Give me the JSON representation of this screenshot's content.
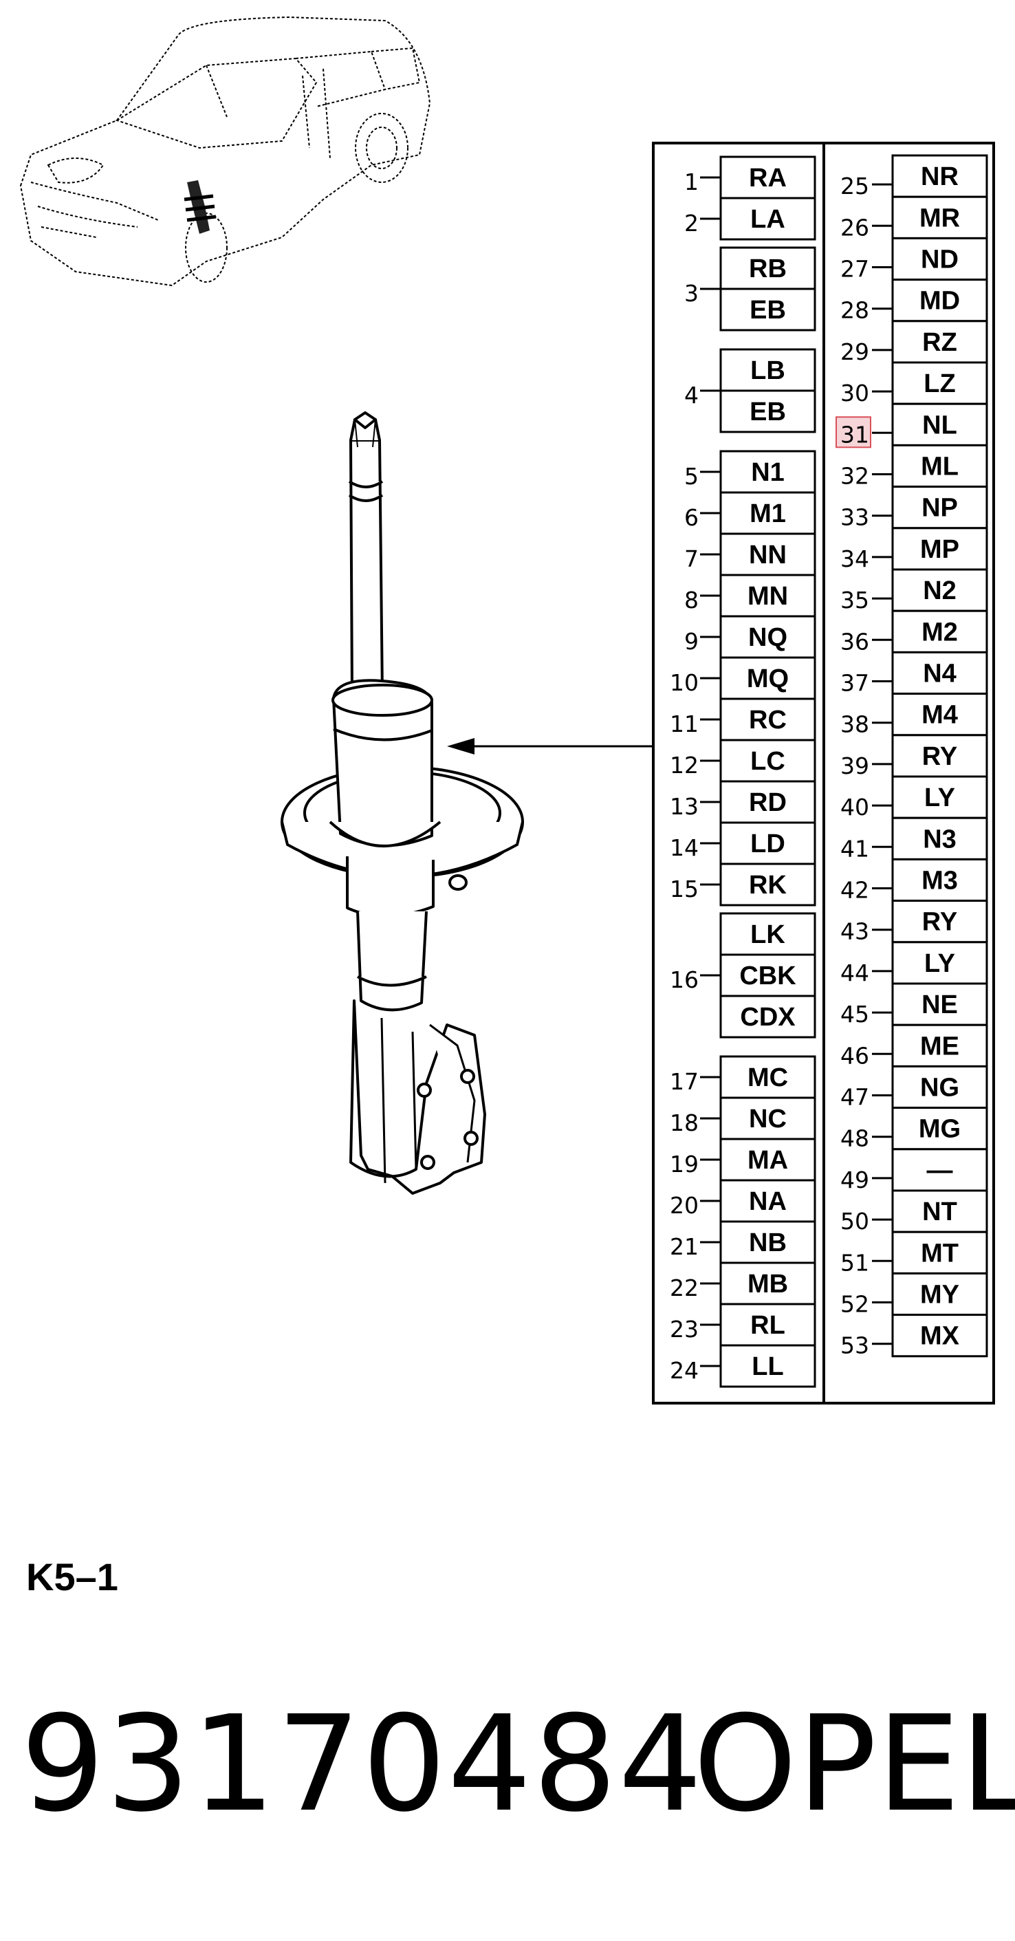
{
  "sheet_code": "K5–1",
  "part_number": "93170484",
  "brand": "OPEL",
  "highlighted_position": "31",
  "colors": {
    "line": "#000000",
    "highlight_fill": "#f6d5d8",
    "highlight_stroke": "#d9505a"
  },
  "left_column": [
    {
      "pos": "1",
      "codes": [
        "RA"
      ]
    },
    {
      "pos": "2",
      "codes": [
        "LA"
      ]
    },
    {
      "pos": "3",
      "codes": [
        "RB",
        "EB"
      ]
    },
    {
      "pos": "4",
      "codes": [
        "LB",
        "EB"
      ]
    },
    {
      "pos": "5",
      "codes": [
        "N1"
      ]
    },
    {
      "pos": "6",
      "codes": [
        "M1"
      ]
    },
    {
      "pos": "7",
      "codes": [
        "NN"
      ]
    },
    {
      "pos": "8",
      "codes": [
        "MN"
      ]
    },
    {
      "pos": "9",
      "codes": [
        "NQ"
      ]
    },
    {
      "pos": "10",
      "codes": [
        "MQ"
      ]
    },
    {
      "pos": "11",
      "codes": [
        "RC"
      ]
    },
    {
      "pos": "12",
      "codes": [
        "LC"
      ]
    },
    {
      "pos": "13",
      "codes": [
        "RD"
      ]
    },
    {
      "pos": "14",
      "codes": [
        "LD"
      ]
    },
    {
      "pos": "15",
      "codes": [
        "RK"
      ]
    },
    {
      "pos": "16",
      "codes": [
        "LK",
        "CBK",
        "CDX"
      ]
    },
    {
      "pos": "17",
      "codes": [
        "MC"
      ]
    },
    {
      "pos": "18",
      "codes": [
        "NC"
      ]
    },
    {
      "pos": "19",
      "codes": [
        "MA"
      ]
    },
    {
      "pos": "20",
      "codes": [
        "NA"
      ]
    },
    {
      "pos": "21",
      "codes": [
        "NB"
      ]
    },
    {
      "pos": "22",
      "codes": [
        "MB"
      ]
    },
    {
      "pos": "23",
      "codes": [
        "RL"
      ]
    },
    {
      "pos": "24",
      "codes": [
        "LL"
      ]
    }
  ],
  "right_column": [
    {
      "pos": "25",
      "code": "NR"
    },
    {
      "pos": "26",
      "code": "MR"
    },
    {
      "pos": "27",
      "code": "ND"
    },
    {
      "pos": "28",
      "code": "MD"
    },
    {
      "pos": "29",
      "code": "RZ"
    },
    {
      "pos": "30",
      "code": "LZ"
    },
    {
      "pos": "31",
      "code": "NL"
    },
    {
      "pos": "32",
      "code": "ML"
    },
    {
      "pos": "33",
      "code": "NP"
    },
    {
      "pos": "34",
      "code": "MP"
    },
    {
      "pos": "35",
      "code": "N2"
    },
    {
      "pos": "36",
      "code": "M2"
    },
    {
      "pos": "37",
      "code": "N4"
    },
    {
      "pos": "38",
      "code": "M4"
    },
    {
      "pos": "39",
      "code": "RY"
    },
    {
      "pos": "40",
      "code": "LY"
    },
    {
      "pos": "41",
      "code": "N3"
    },
    {
      "pos": "42",
      "code": "M3"
    },
    {
      "pos": "43",
      "code": "RY"
    },
    {
      "pos": "44",
      "code": "LY"
    },
    {
      "pos": "45",
      "code": "NE"
    },
    {
      "pos": "46",
      "code": "ME"
    },
    {
      "pos": "47",
      "code": "NG"
    },
    {
      "pos": "48",
      "code": "MG"
    },
    {
      "pos": "49",
      "code": "—"
    },
    {
      "pos": "50",
      "code": "NT"
    },
    {
      "pos": "51",
      "code": "MT"
    },
    {
      "pos": "52",
      "code": "MY"
    },
    {
      "pos": "53",
      "code": "MX"
    }
  ]
}
